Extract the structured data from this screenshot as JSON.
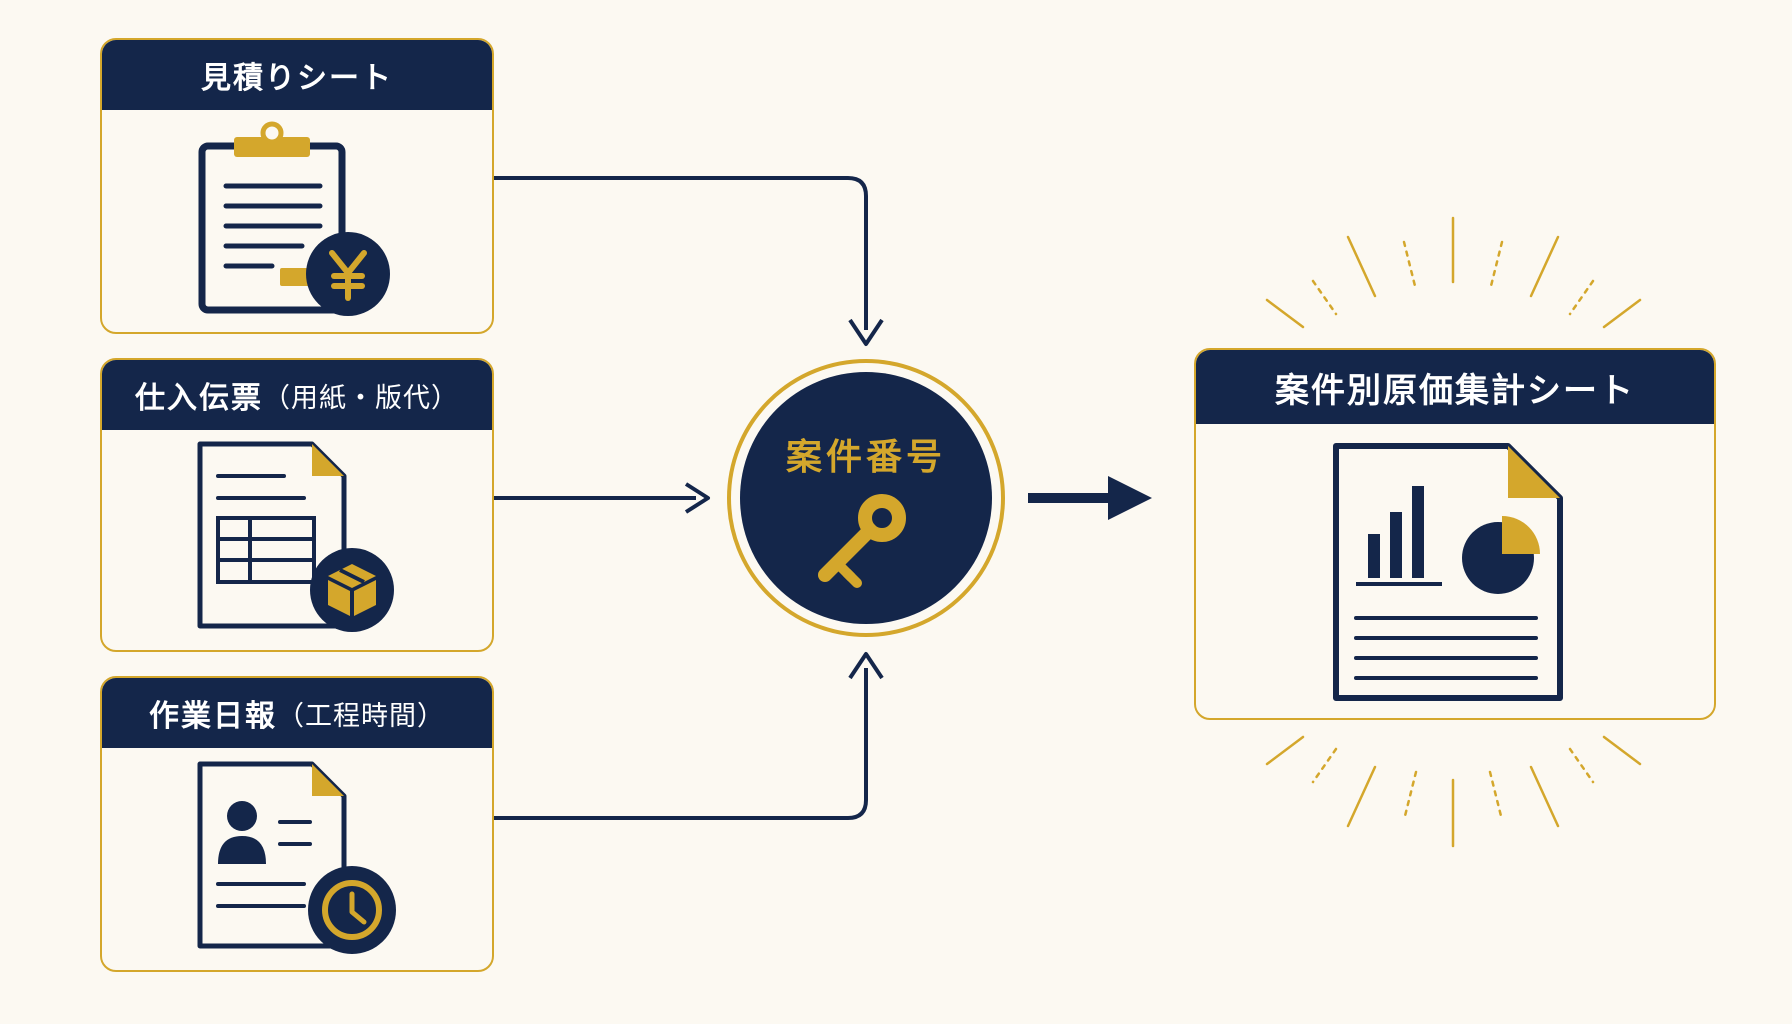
{
  "sources": [
    {
      "title": "見積りシート",
      "subtitle": "",
      "icon": "clipboard-yen-icon"
    },
    {
      "title": "仕入伝票",
      "subtitle": "（用紙・版代）",
      "icon": "table-document-box-icon"
    },
    {
      "title": "作業日報",
      "subtitle": "（工程時間）",
      "icon": "person-document-clock-icon"
    }
  ],
  "hub": {
    "label": "案件番号",
    "icon": "key-icon"
  },
  "output": {
    "title": "案件別原価集計シート",
    "icon": "chart-report-icon"
  },
  "colors": {
    "navy": "#14264a",
    "gold": "#d4a72c",
    "background": "#fcf9f2"
  }
}
